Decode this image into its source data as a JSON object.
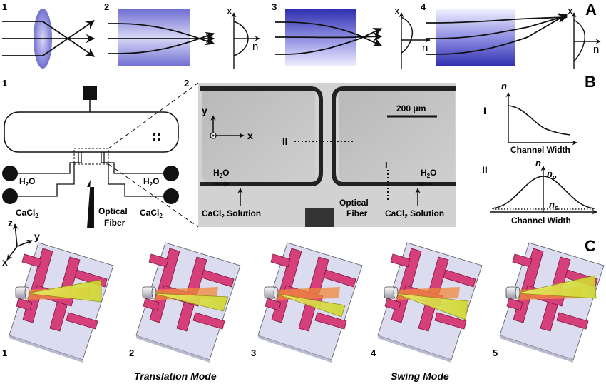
{
  "panel_labels": {
    "A": "A",
    "B": "B",
    "C": "C"
  },
  "row_a": {
    "numbers": [
      "1",
      "2",
      "3",
      "4"
    ],
    "axis_x": "x",
    "axis_n": "n"
  },
  "row_b": {
    "numbers": [
      "1",
      "2"
    ],
    "chip_labels": {
      "h2o": "H",
      "h2o_sub": "2",
      "h2o_end": "O",
      "cacl": "CaCl",
      "cacl_sub": "2",
      "fiber": [
        "Optical",
        "Fiber"
      ]
    },
    "micrograph": {
      "scale_bar": "200 μm",
      "axis_y": "y",
      "axis_x": "x",
      "section_ii": "II",
      "section_i": "I",
      "h2o_left": "H2O",
      "h2o_right": "H2O",
      "cacl_left": "CaCl2 Solution",
      "cacl_right": "CaCl2 Solution",
      "fiber": [
        "Optical",
        "Fiber"
      ]
    },
    "profiles": {
      "roman_i": "I",
      "roman_ii": "II",
      "y_label": "n",
      "x_label": "Channel Width",
      "n_o": "n",
      "n_o_sub": "o",
      "n_s": "n",
      "n_s_sub": "s"
    }
  },
  "row_c": {
    "axes": {
      "z": "z",
      "y": "y",
      "x": "x"
    },
    "numbers": [
      "1",
      "2",
      "3",
      "4",
      "5"
    ],
    "mode_left": "Translation Mode",
    "mode_right": "Swing Mode"
  }
}
